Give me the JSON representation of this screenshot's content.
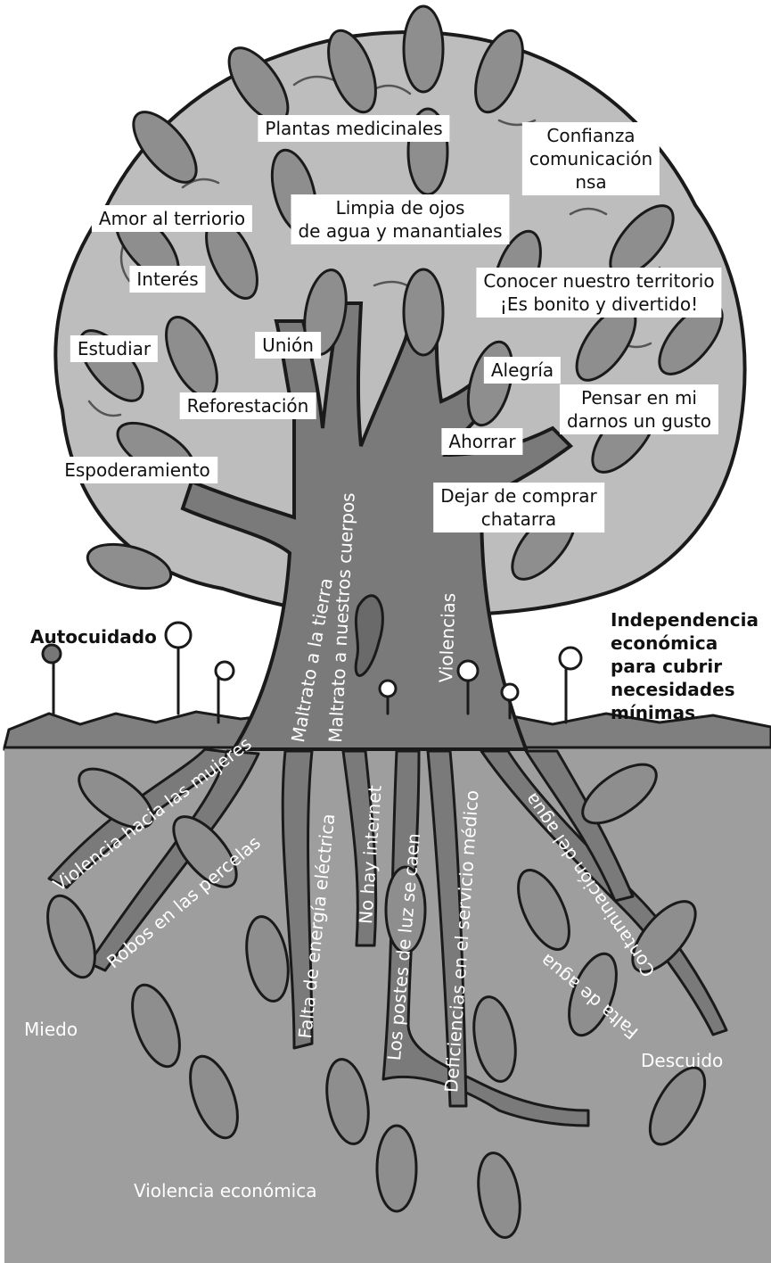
{
  "colors": {
    "canopy": "#bdbdbd",
    "trunk": "#7a7a7a",
    "ground": "#7f7f7f",
    "soil": "#9e9e9e",
    "leaf": "#8e8e8e",
    "outline": "#1a1a1a",
    "box": "#ffffff"
  },
  "canopy_labels": {
    "plantas": "Plantas medicinales",
    "confianza": "Confianza\ncomunicación\nnsa",
    "limpia": "Limpia de ojos\nde agua y manantiales",
    "amor": "Amor al terriorio",
    "interes": "Interés",
    "conocer": "Conocer nuestro territorio\n¡Es bonito y divertido!",
    "estudiar": "Estudiar",
    "union": "Unión",
    "alegria": "Alegría",
    "reforestacion": "Reforestación",
    "pensar": "Pensar en mi\ndarnos un gusto",
    "ahorrar": "Ahorrar",
    "espoderamiento": "Espoderamiento",
    "dejar": "Dejar de comprar\nchatarra"
  },
  "trunk_labels": {
    "maltrato_tierra": "Maltrato a la tierra",
    "maltrato_cuerpos": "Maltrato a nuestros cuerpos",
    "violencias": "Violencias"
  },
  "side_labels": {
    "autocuidado": "Autocuidado",
    "independencia": "Independencia\neconómica\npara cubrir\nnecesidades\nmínimas"
  },
  "root_labels": {
    "violencia_mujeres": "Violencia hacia las mujeres",
    "robos": "Robos en las percelas",
    "energia": "Falta de energía eléctrica",
    "internet": "No hay internet",
    "postes": "Los postes de luz se caen",
    "servicio": "Deficiencias en el servicio médico",
    "contaminacion": "Contaminación del agua",
    "falta_agua": "Falta de agua",
    "miedo": "Miedo",
    "descuido": "Descuido",
    "violencia_economica": "Violencia económica"
  }
}
